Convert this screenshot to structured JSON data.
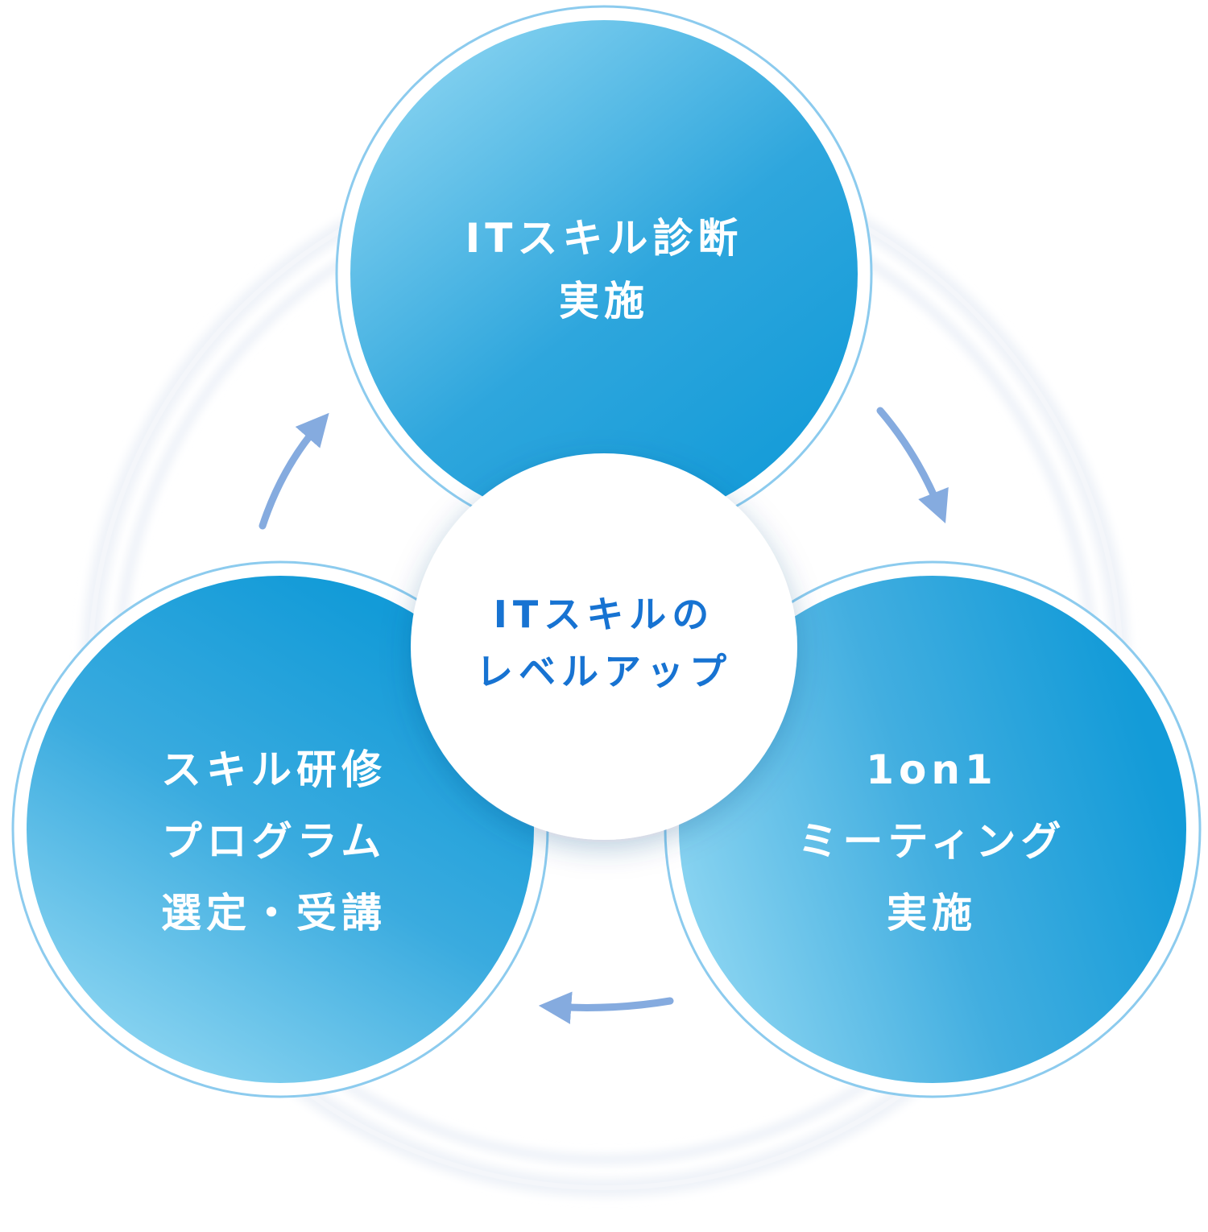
{
  "nodes": {
    "top": {
      "lines": [
        "ITスキル診断",
        "実施"
      ]
    },
    "left": {
      "lines": [
        "スキル研修",
        "プログラム",
        "選定・受講"
      ]
    },
    "right": {
      "lines": [
        "1on1",
        "ミーティング",
        "実施"
      ]
    }
  },
  "center": {
    "lines": [
      "ITスキルの",
      "レベルアップ"
    ]
  },
  "colors": {
    "circle_light": "#86d2f0",
    "circle_dark": "#139bd8",
    "ring": "#8ccbee",
    "arrow": "#85abdf",
    "center_text": "#1773d2"
  }
}
